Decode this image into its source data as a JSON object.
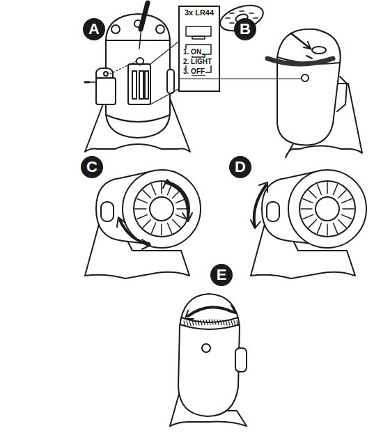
{
  "diagram": {
    "nodes": [
      {
        "text": [
          "A"
        ]
      },
      {
        "text": [
          "3x LR44"
        ]
      },
      {
        "text": [
          "B"
        ]
      },
      {
        "text": [
          "C"
        ]
      },
      {
        "text": [
          "D"
        ]
      },
      {
        "text": [
          "E"
        ]
      }
    ],
    "labels": [
      "1. ON",
      "2. LIGHT",
      "3. OFF"
    ]
  }
}
